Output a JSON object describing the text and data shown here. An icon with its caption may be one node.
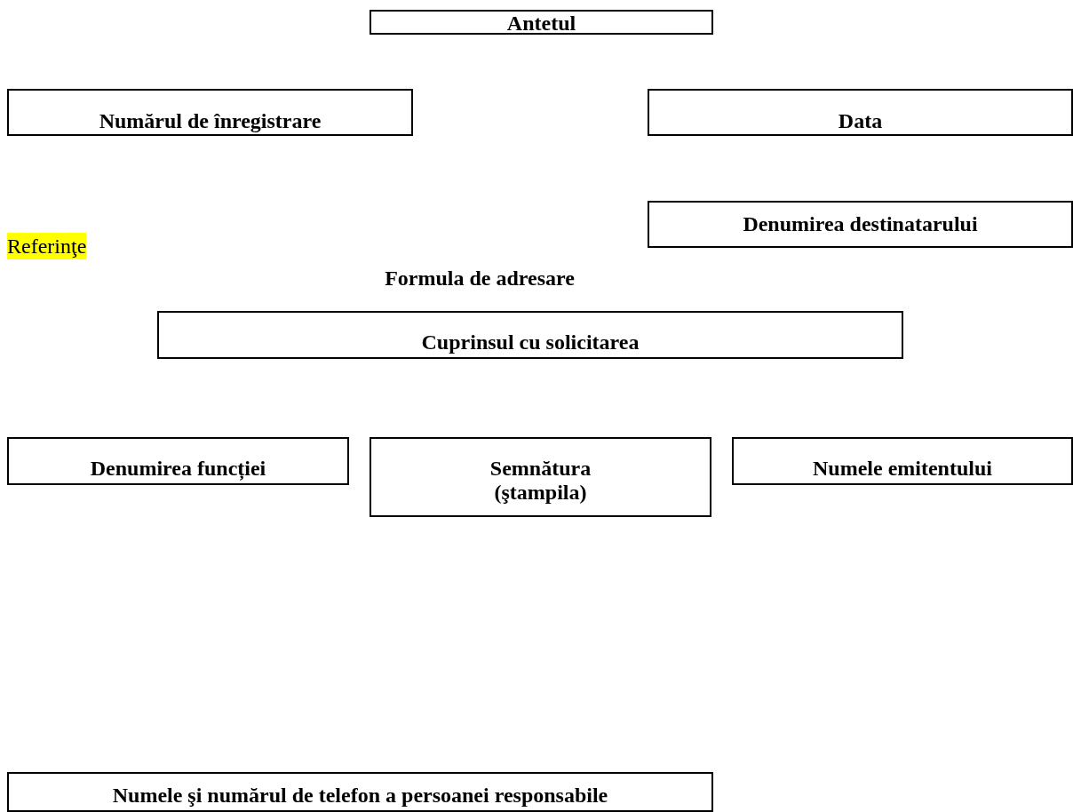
{
  "diagram": {
    "nodes": [
      {
        "text": [
          "Antetul"
        ]
      },
      {
        "text": [
          "Numărul de înregistrare"
        ]
      },
      {
        "text": [
          "Data"
        ]
      },
      {
        "text": [
          "Denumirea destinatarului"
        ]
      },
      {
        "text": [
          "Cuprinsul cu solicitarea"
        ]
      },
      {
        "text": [
          "Denumirea funcției"
        ]
      },
      {
        "text": [
          "Semnătura (ştampila)"
        ]
      },
      {
        "text": [
          "Numele emitentului"
        ]
      },
      {
        "text": [
          "Numele şi numărul de telefon a persoanei responsabile"
        ]
      }
    ],
    "labels": [
      "Referinţe",
      "Formula de adresare"
    ]
  }
}
